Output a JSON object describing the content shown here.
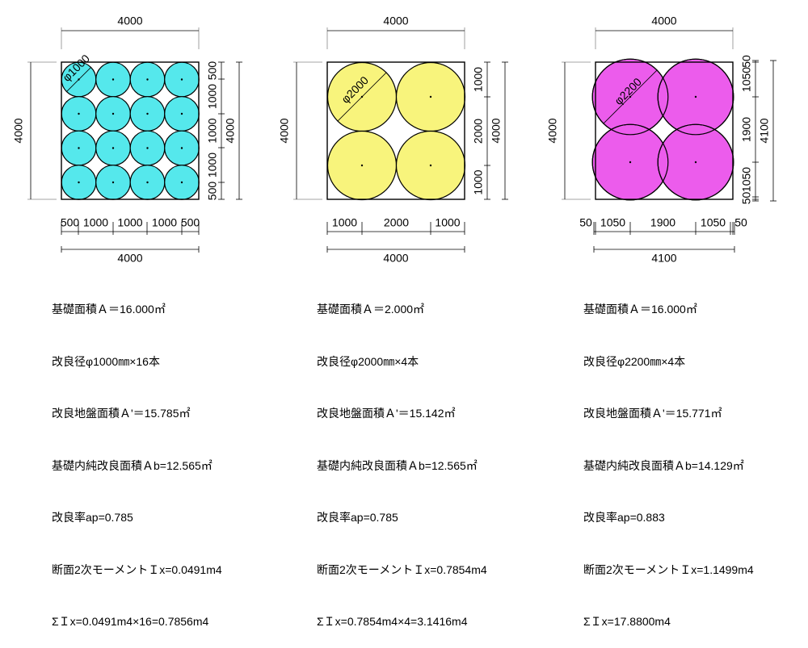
{
  "colors": {
    "panel1_fill": "#55e8ec",
    "panel2_fill": "#f8f47c",
    "panel3_fill": "#ec5cec",
    "line": "#000000"
  },
  "panels": [
    {
      "name": "panel-16-piles",
      "top_dim": "4000",
      "left_dim": "4000",
      "diameter_label": "φ1000",
      "right_inner_dims": [
        "500",
        "1000",
        "1000",
        "1000",
        "500"
      ],
      "right_total_dim": "4000",
      "bottom_inner_dims": [
        "500",
        "1000",
        "1000",
        "1000",
        "500"
      ],
      "bottom_total_dim": "4000",
      "notes": [
        "基礎面積Ａ＝16.000㎡",
        "改良径φ1000㎜×16本",
        "改良地盤面積Ａ'＝15.785㎡",
        "基礎内純改良面積Ａb=12.565㎡",
        "改良率ap=0.785",
        "断面2次モーメントＩx=0.0491m4",
        "ΣＩx=0.0491m4×16=0.7856m4"
      ]
    },
    {
      "name": "panel-4-piles-2000",
      "top_dim": "4000",
      "left_dim": "4000",
      "diameter_label": "φ2000",
      "right_inner_dims": [
        "1000",
        "2000",
        "1000"
      ],
      "right_total_dim": "4000",
      "bottom_inner_dims": [
        "1000",
        "2000",
        "1000"
      ],
      "bottom_total_dim": "4000",
      "notes": [
        "基礎面積Ａ＝2.000㎡",
        "改良径φ2000㎜×4本",
        "改良地盤面積Ａ'＝15.142㎡",
        "基礎内純改良面積Ａb=12.565㎡",
        "改良率ap=0.785",
        "断面2次モーメントＩx=0.7854m4",
        "ΣＩx=0.7854m4×4=3.1416m4"
      ]
    },
    {
      "name": "panel-4-piles-2200",
      "top_dim": "4000",
      "left_dim": "4000",
      "diameter_label": "φ2200",
      "right_inner_dims": [
        "50",
        "1050",
        "1900",
        "1050",
        "50"
      ],
      "right_total_dim": "4100",
      "bottom_inner_dims": [
        "50",
        "1050",
        "1900",
        "1050",
        "50"
      ],
      "bottom_total_dim": "4100",
      "notes": [
        "基礎面積Ａ＝16.000㎡",
        "改良径φ2200㎜×4本",
        "改良地盤面積Ａ'＝15.771㎡",
        "基礎内純改良面積Ａb=14.129㎡",
        "改良率ap=0.883",
        "断面2次モーメントＩx=1.1499m4",
        "ΣＩx=17.8800m4"
      ]
    }
  ]
}
